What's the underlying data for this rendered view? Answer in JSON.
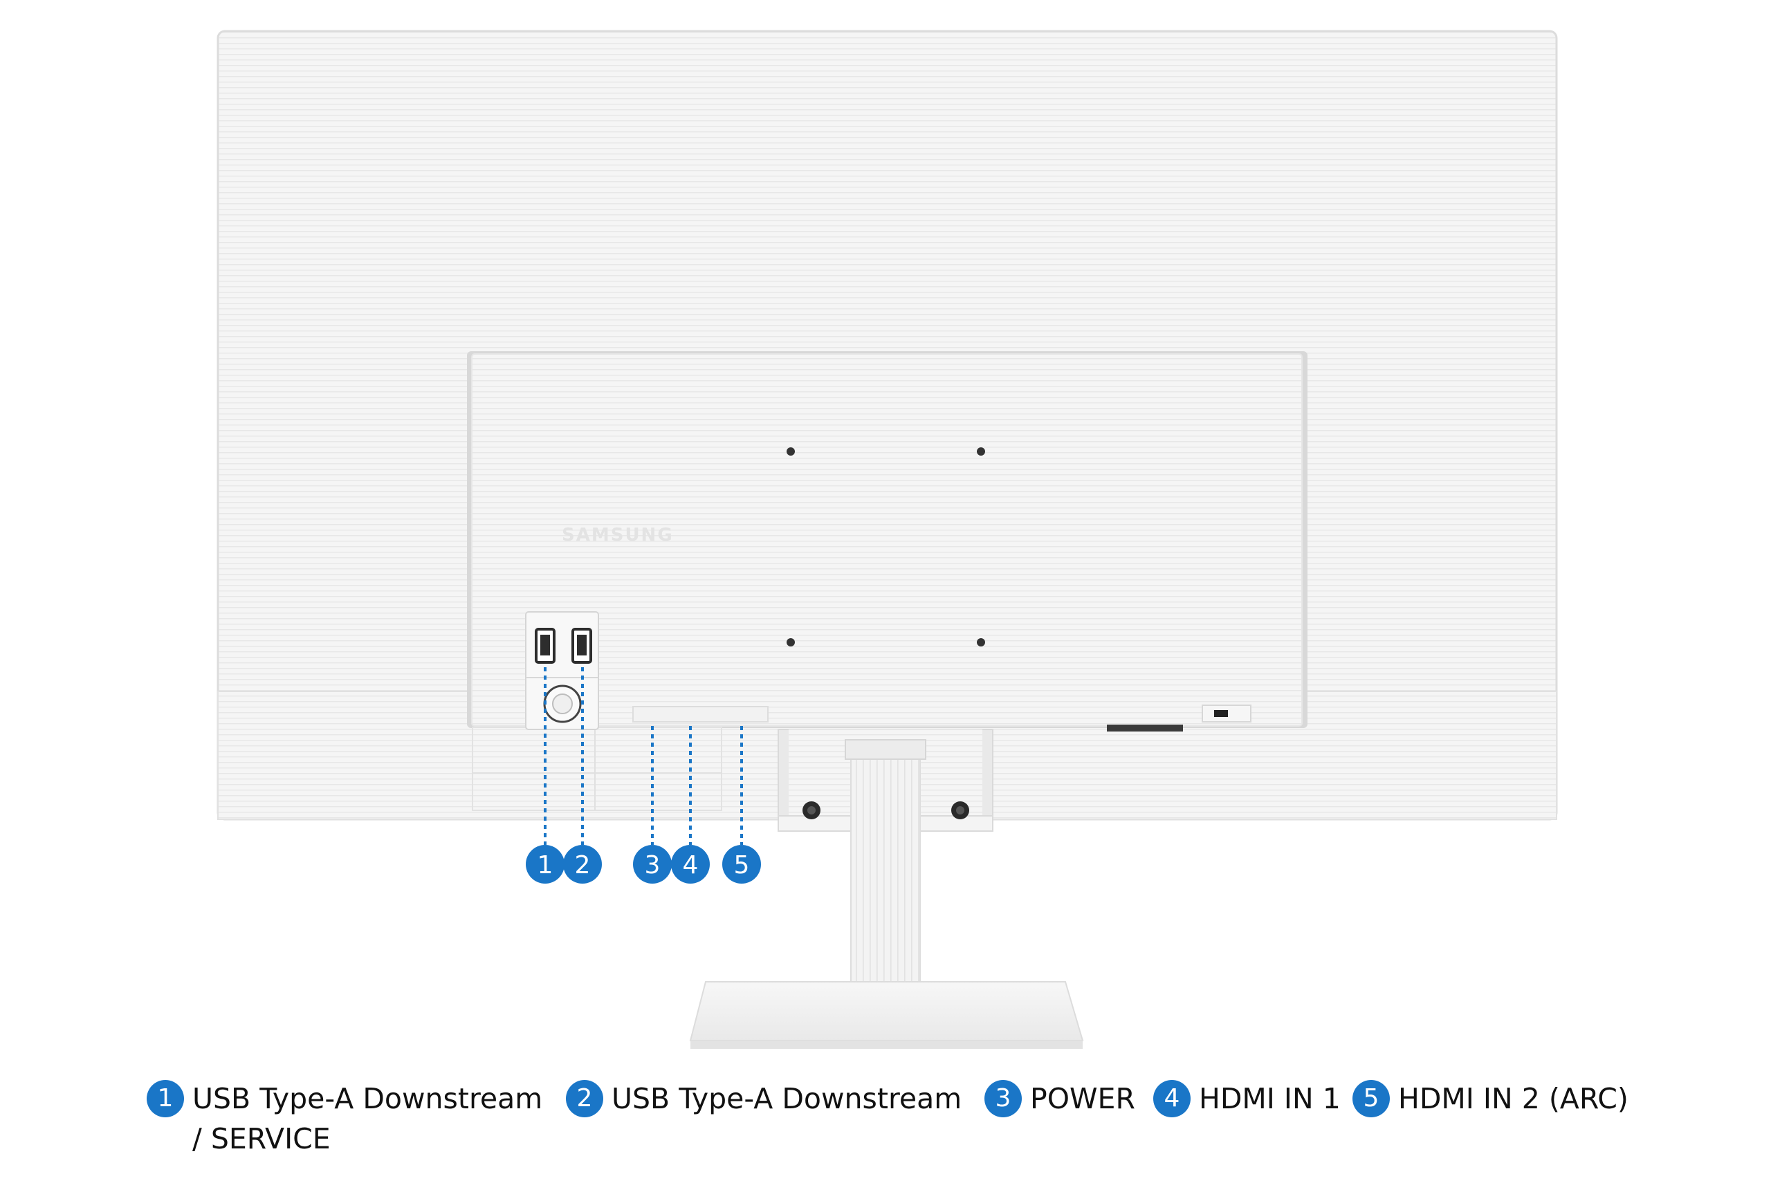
{
  "brand_text": "SAMSUNG",
  "colors": {
    "accent": "#1a76c7",
    "panel": "#f4f4f4",
    "panel_edge": "#dedede",
    "text": "#111111"
  },
  "callouts": [
    {
      "number": "1"
    },
    {
      "number": "2"
    },
    {
      "number": "3"
    },
    {
      "number": "4"
    },
    {
      "number": "5"
    }
  ],
  "legend": [
    {
      "number": "1",
      "label": "USB Type-A Downstream\n/ SERVICE"
    },
    {
      "number": "2",
      "label": "USB Type-A Downstream"
    },
    {
      "number": "3",
      "label": "POWER"
    },
    {
      "number": "4",
      "label": "HDMI IN 1"
    },
    {
      "number": "5",
      "label": "HDMI IN 2 (ARC)"
    }
  ]
}
